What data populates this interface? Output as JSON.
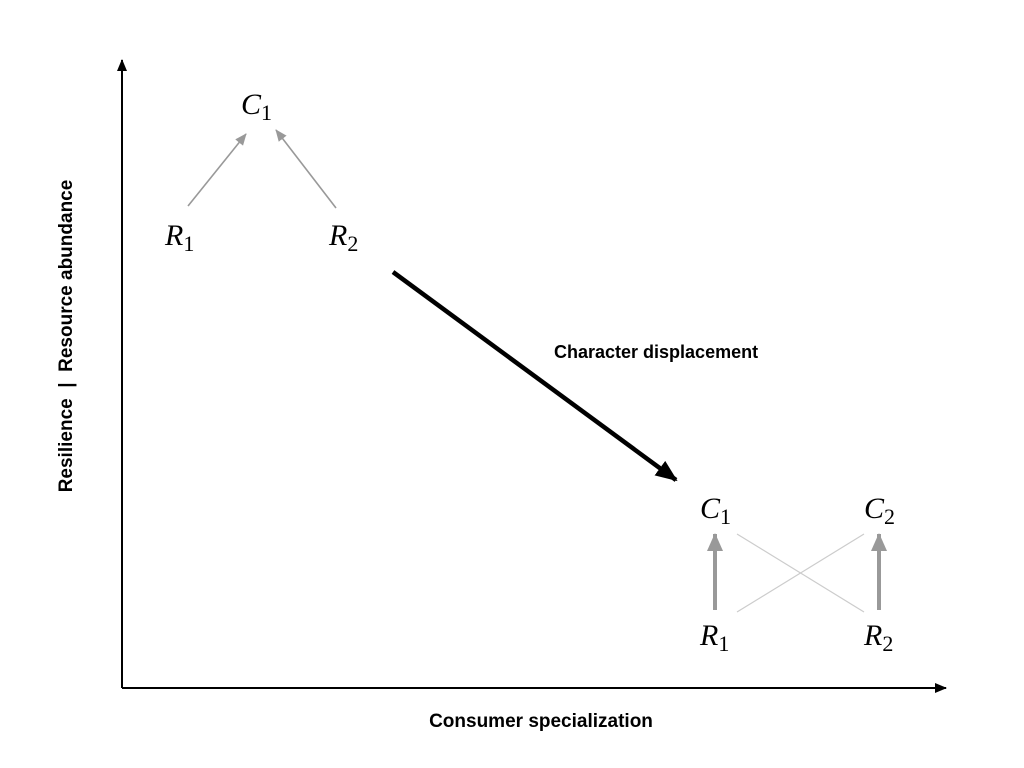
{
  "axes": {
    "x_label": "Consumer specialization",
    "y_label": "Resilience  |  Resource abundance"
  },
  "annotation": "Character displacement",
  "left_web": {
    "consumer": {
      "letter": "C",
      "sub": "1"
    },
    "resource_1": {
      "letter": "R",
      "sub": "1"
    },
    "resource_2": {
      "letter": "R",
      "sub": "2"
    }
  },
  "right_web": {
    "consumer_1": {
      "letter": "C",
      "sub": "1"
    },
    "consumer_2": {
      "letter": "C",
      "sub": "2"
    },
    "resource_1": {
      "letter": "R",
      "sub": "1"
    },
    "resource_2": {
      "letter": "R",
      "sub": "2"
    }
  },
  "colors": {
    "axis": "#000000",
    "strong_link": "#999999",
    "weak_link": "#cccccc",
    "displacement_arrow": "#000000"
  }
}
